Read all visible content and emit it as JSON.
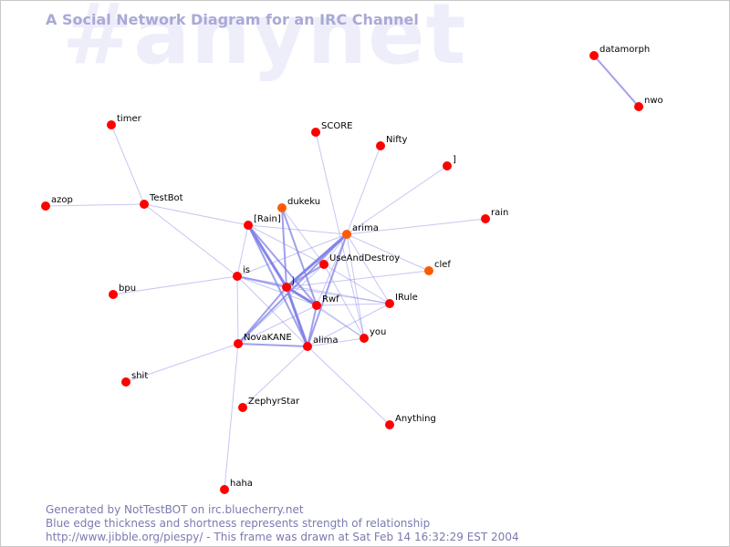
{
  "watermark": "#anynet",
  "title": "A Social Network Diagram for an IRC Channel",
  "footer": {
    "line1": "Generated by NotTestBOT on irc.bluecherry.net",
    "line2": "Blue edge thickness and shortness represents strength of relationship",
    "line3": "http://www.jibble.org/piespy/ - This frame was drawn at Sat Feb 14 16:32:29 EST 2004"
  },
  "colors": {
    "node": "#ff0000",
    "node_alt": "#ff5a00",
    "edge": "#8080e6",
    "title": "#a9a9d6",
    "watermark": "#eeeefb",
    "footer": "#7a7ab0"
  },
  "nodes": [
    {
      "id": "datamorph",
      "label": "datamorph"
    },
    {
      "id": "nwo",
      "label": "nwo"
    },
    {
      "id": "timer",
      "label": "timer"
    },
    {
      "id": "SCORE",
      "label": "SCORE"
    },
    {
      "id": "Nifty",
      "label": "Nifty"
    },
    {
      "id": "]",
      "label": "]"
    },
    {
      "id": "azop",
      "label": "azop"
    },
    {
      "id": "TestBot",
      "label": "TestBot"
    },
    {
      "id": "dukeku",
      "label": "dukeku"
    },
    {
      "id": "[Rain]",
      "label": "[Rain]"
    },
    {
      "id": "arima",
      "label": "arima"
    },
    {
      "id": "rain",
      "label": "rain"
    },
    {
      "id": "UseAndDestroy",
      "label": "UseAndDestroy"
    },
    {
      "id": "clef",
      "label": "clef"
    },
    {
      "id": "is",
      "label": "is"
    },
    {
      "id": "bpu",
      "label": "bpu"
    },
    {
      "id": "j",
      "label": "j"
    },
    {
      "id": "Rwf",
      "label": "Rwf"
    },
    {
      "id": "IRule",
      "label": "IRule"
    },
    {
      "id": "you",
      "label": "you"
    },
    {
      "id": "NovaKANE",
      "label": "NovaKANE"
    },
    {
      "id": "alima",
      "label": "alima"
    },
    {
      "id": "shit",
      "label": "shit"
    },
    {
      "id": "ZephyrStar",
      "label": "ZephyrStar"
    },
    {
      "id": "Anything",
      "label": "Anything"
    },
    {
      "id": "haha",
      "label": "haha"
    }
  ],
  "edges": [
    {
      "source": "datamorph",
      "target": "nwo",
      "weight": 2
    },
    {
      "source": "timer",
      "target": "TestBot",
      "weight": 1
    },
    {
      "source": "azop",
      "target": "TestBot",
      "weight": 1
    },
    {
      "source": "TestBot",
      "target": "is",
      "weight": 1
    },
    {
      "source": "TestBot",
      "target": "[Rain]",
      "weight": 1
    },
    {
      "source": "bpu",
      "target": "is",
      "weight": 1
    },
    {
      "source": "SCORE",
      "target": "you",
      "weight": 1
    },
    {
      "source": "Nifty",
      "target": "arima",
      "weight": 1
    },
    {
      "source": "]",
      "target": "arima",
      "weight": 1
    },
    {
      "source": "rain",
      "target": "arima",
      "weight": 1
    },
    {
      "source": "arima",
      "target": "[Rain]",
      "weight": 1
    },
    {
      "source": "arima",
      "target": "j",
      "weight": 3
    },
    {
      "source": "arima",
      "target": "UseAndDestroy",
      "weight": 1
    },
    {
      "source": "arima",
      "target": "clef",
      "weight": 1
    },
    {
      "source": "arima",
      "target": "is",
      "weight": 1
    },
    {
      "source": "arima",
      "target": "alima",
      "weight": 2
    },
    {
      "source": "arima",
      "target": "IRule",
      "weight": 1
    },
    {
      "source": "arima",
      "target": "you",
      "weight": 1
    },
    {
      "source": "arima",
      "target": "NovaKANE",
      "weight": 2
    },
    {
      "source": "arima",
      "target": "Rwf",
      "weight": 1
    },
    {
      "source": "dukeku",
      "target": "j",
      "weight": 2
    },
    {
      "source": "dukeku",
      "target": "Rwf",
      "weight": 2
    },
    {
      "source": "dukeku",
      "target": "UseAndDestroy",
      "weight": 1
    },
    {
      "source": "[Rain]",
      "target": "j",
      "weight": 3
    },
    {
      "source": "[Rain]",
      "target": "Rwf",
      "weight": 2
    },
    {
      "source": "[Rain]",
      "target": "is",
      "weight": 1
    },
    {
      "source": "[Rain]",
      "target": "alima",
      "weight": 2
    },
    {
      "source": "[Rain]",
      "target": "UseAndDestroy",
      "weight": 1
    },
    {
      "source": "is",
      "target": "j",
      "weight": 2
    },
    {
      "source": "is",
      "target": "Rwf",
      "weight": 1
    },
    {
      "source": "is",
      "target": "NovaKANE",
      "weight": 1
    },
    {
      "source": "is",
      "target": "alima",
      "weight": 1
    },
    {
      "source": "is",
      "target": "IRule",
      "weight": 1
    },
    {
      "source": "j",
      "target": "Rwf",
      "weight": 3
    },
    {
      "source": "j",
      "target": "alima",
      "weight": 3
    },
    {
      "source": "j",
      "target": "NovaKANE",
      "weight": 2
    },
    {
      "source": "j",
      "target": "UseAndDestroy",
      "weight": 2
    },
    {
      "source": "j",
      "target": "IRule",
      "weight": 1
    },
    {
      "source": "j",
      "target": "you",
      "weight": 1
    },
    {
      "source": "j",
      "target": "clef",
      "weight": 1
    },
    {
      "source": "Rwf",
      "target": "alima",
      "weight": 2
    },
    {
      "source": "Rwf",
      "target": "NovaKANE",
      "weight": 1
    },
    {
      "source": "Rwf",
      "target": "IRule",
      "weight": 1
    },
    {
      "source": "Rwf",
      "target": "you",
      "weight": 1
    },
    {
      "source": "UseAndDestroy",
      "target": "IRule",
      "weight": 1
    },
    {
      "source": "UseAndDestroy",
      "target": "NovaKANE",
      "weight": 1
    },
    {
      "source": "UseAndDestroy",
      "target": "you",
      "weight": 1
    },
    {
      "source": "NovaKANE",
      "target": "alima",
      "weight": 2
    },
    {
      "source": "shit",
      "target": "NovaKANE",
      "weight": 1
    },
    {
      "source": "NovaKANE",
      "target": "haha",
      "weight": 1
    },
    {
      "source": "alima",
      "target": "Anything",
      "weight": 1
    },
    {
      "source": "alima",
      "target": "IRule",
      "weight": 1
    },
    {
      "source": "alima",
      "target": "you",
      "weight": 1
    },
    {
      "source": "alima",
      "target": "ZephyrStar",
      "weight": 1
    }
  ]
}
